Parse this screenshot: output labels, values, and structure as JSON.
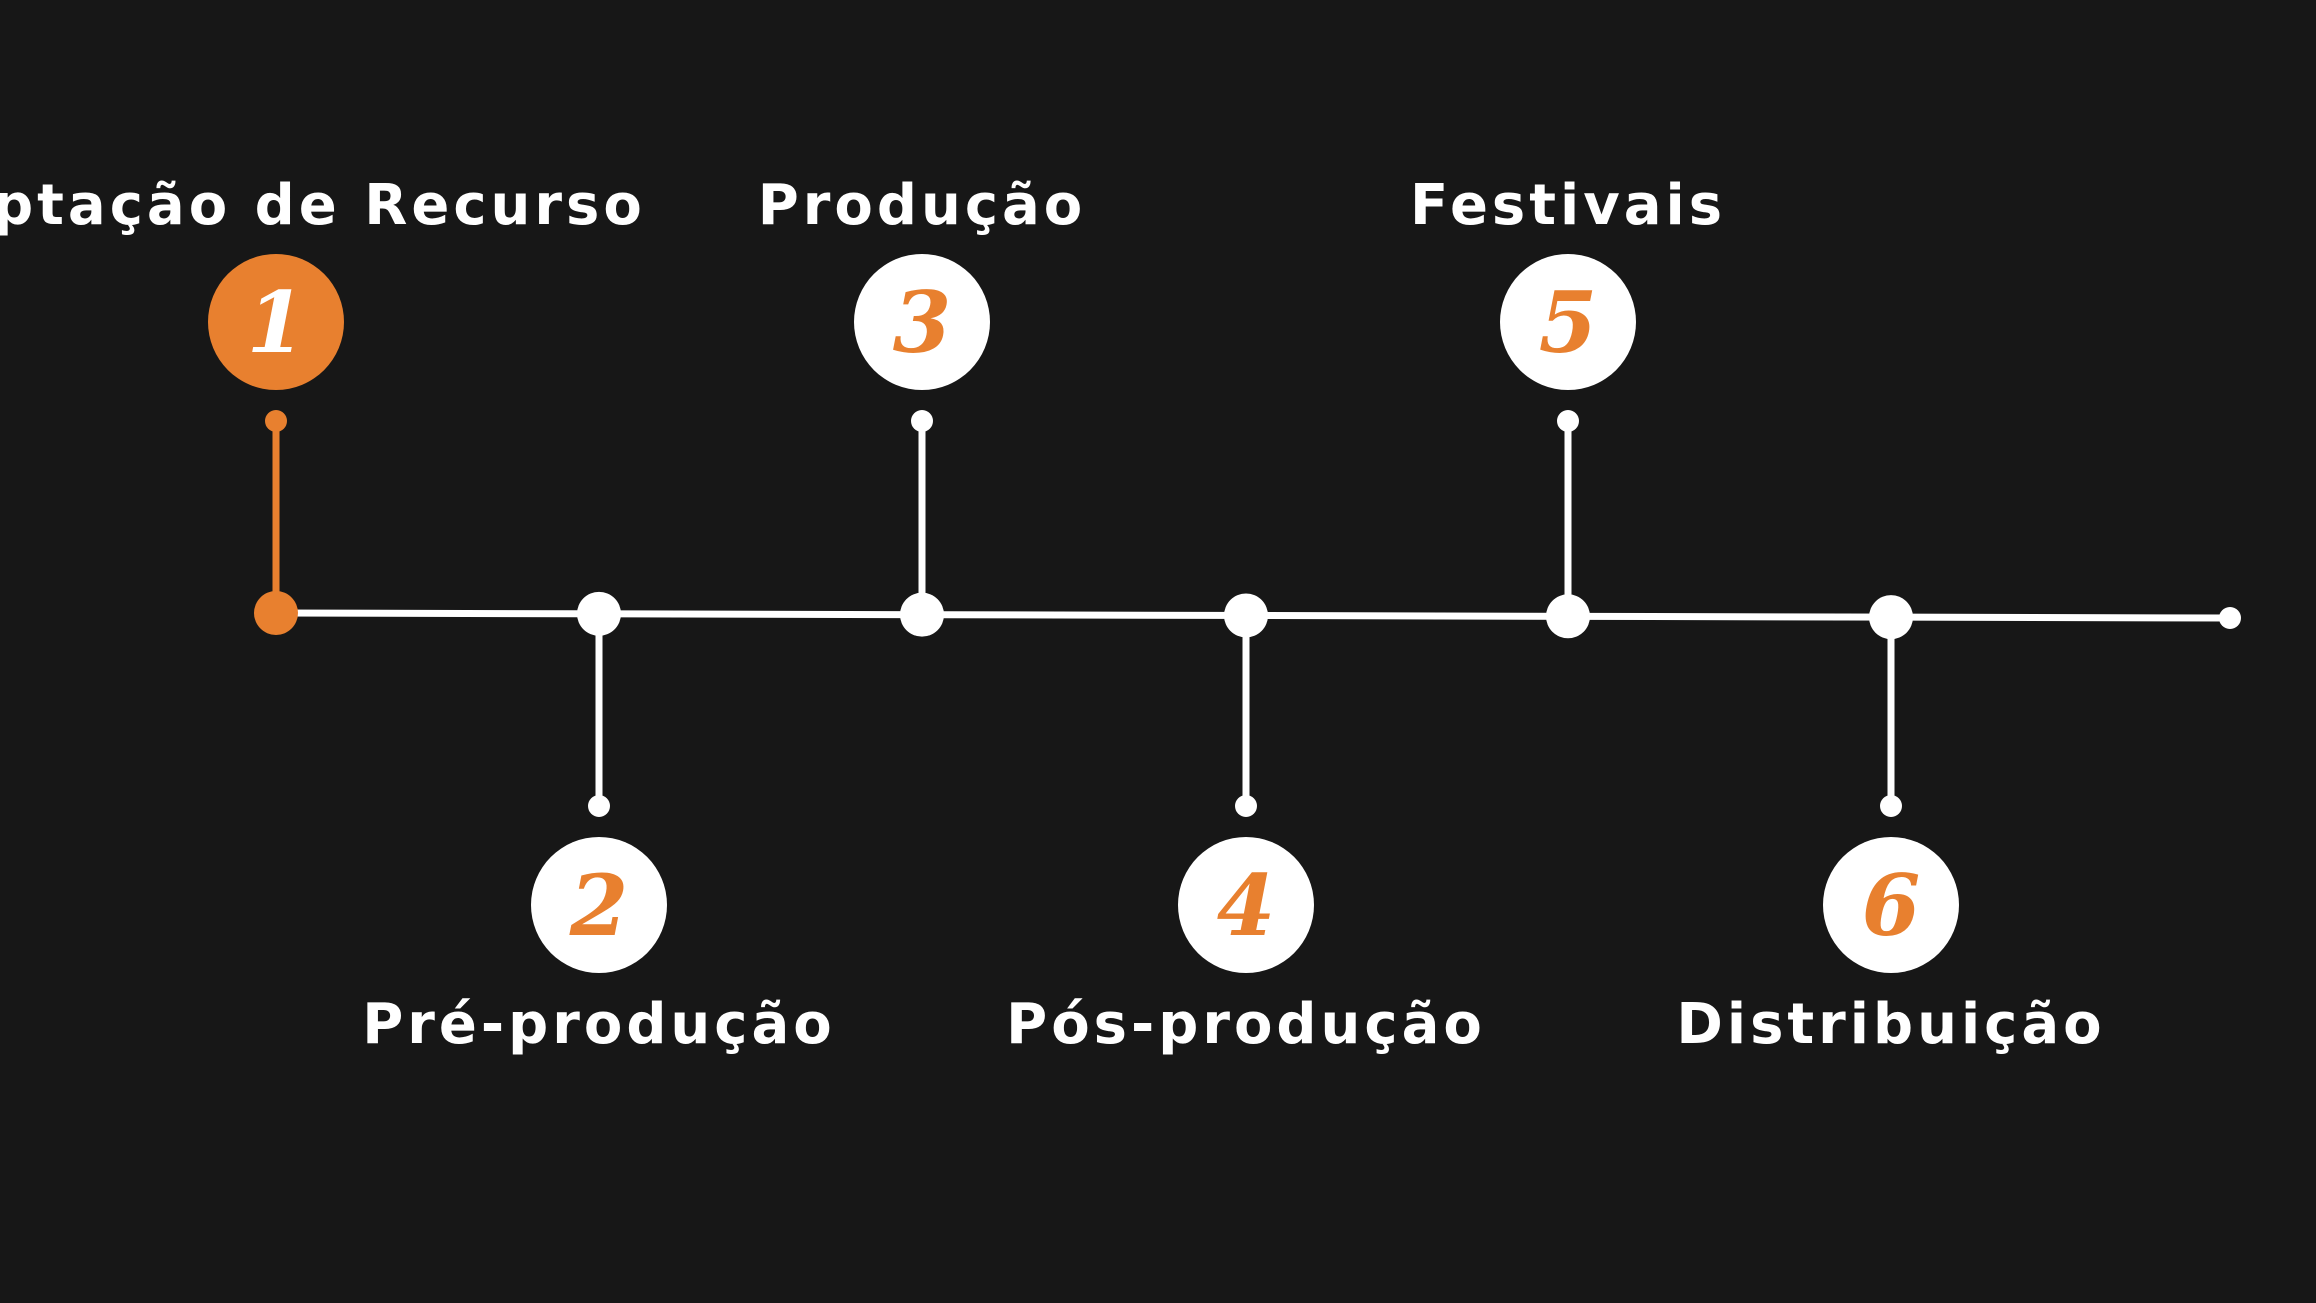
{
  "colors": {
    "background": "#171717",
    "line": "#ffffff",
    "accent": "#e8802f",
    "label": "#ffffff"
  },
  "stages": [
    {
      "number": "1",
      "label": "Captação de Recurso",
      "position": "above",
      "highlighted": true
    },
    {
      "number": "2",
      "label": "Pré-produção",
      "position": "below",
      "highlighted": false
    },
    {
      "number": "3",
      "label": "Produção",
      "position": "above",
      "highlighted": false
    },
    {
      "number": "4",
      "label": "Pós-produção",
      "position": "below",
      "highlighted": false
    },
    {
      "number": "5",
      "label": "Festivais",
      "position": "above",
      "highlighted": false
    },
    {
      "number": "6",
      "label": "Distribuição",
      "position": "below",
      "highlighted": false
    }
  ]
}
